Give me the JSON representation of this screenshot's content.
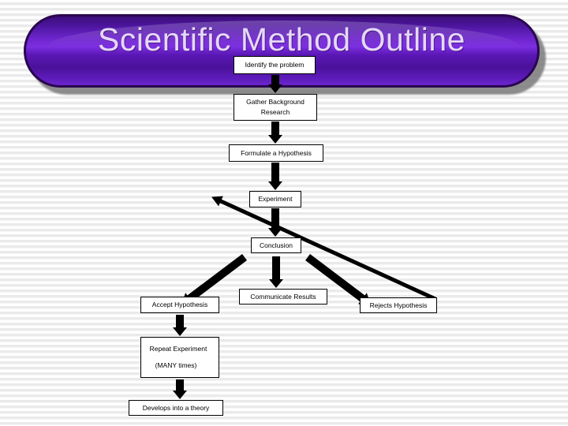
{
  "slide": {
    "title": "Scientific Method Outline",
    "background_style": "horizontal-striped-white",
    "banner_color": "#5a17b5",
    "banner_border_color": "#2a0550",
    "title_color": "#e6d8f7"
  },
  "flowchart": {
    "type": "flowchart",
    "nodes": [
      {
        "id": "identify",
        "label": "Identify the problem",
        "label2": ""
      },
      {
        "id": "research",
        "label": "Gather Background",
        "label2": "Research"
      },
      {
        "id": "hypothesis",
        "label": "Formulate a Hypothesis",
        "label2": ""
      },
      {
        "id": "experiment",
        "label": "Experiment",
        "label2": ""
      },
      {
        "id": "conclusion",
        "label": "Conclusion",
        "label2": ""
      },
      {
        "id": "accept",
        "label": "Accept Hypothesis",
        "label2": ""
      },
      {
        "id": "communicate",
        "label": "Communicate Results",
        "label2": ""
      },
      {
        "id": "rejects",
        "label": "Rejects Hypothesis",
        "label2": ""
      },
      {
        "id": "repeat",
        "label": "Repeat Experiment",
        "label2": "(MANY times)"
      },
      {
        "id": "theory",
        "label": "Develops into a theory",
        "label2": ""
      }
    ],
    "edges": [
      {
        "from": "identify",
        "to": "research",
        "style": "down-arrow"
      },
      {
        "from": "research",
        "to": "hypothesis",
        "style": "down-arrow"
      },
      {
        "from": "hypothesis",
        "to": "experiment",
        "style": "down-arrow"
      },
      {
        "from": "experiment",
        "to": "conclusion",
        "style": "down-arrow"
      },
      {
        "from": "conclusion",
        "to": "accept",
        "style": "diagonal-arrow-left"
      },
      {
        "from": "conclusion",
        "to": "communicate",
        "style": "down-arrow"
      },
      {
        "from": "conclusion",
        "to": "rejects",
        "style": "diagonal-arrow-right"
      },
      {
        "from": "accept",
        "to": "repeat",
        "style": "down-arrow"
      },
      {
        "from": "repeat",
        "to": "theory",
        "style": "down-arrow"
      },
      {
        "from": "rejects",
        "to": "identify",
        "style": "long-diagonal-arrow-up"
      }
    ]
  }
}
